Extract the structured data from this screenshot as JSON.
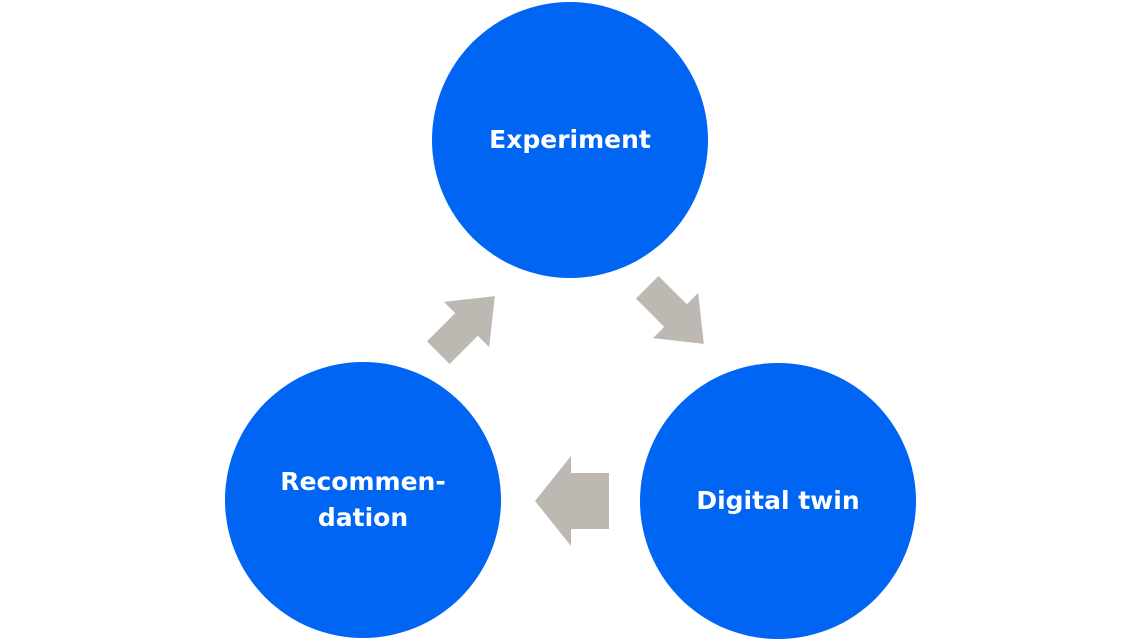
{
  "diagram": {
    "nodes": [
      {
        "id": "experiment",
        "label": "Experiment"
      },
      {
        "id": "digital_twin",
        "label": "Digital twin"
      },
      {
        "id": "recommendation",
        "label": "Recommen-\ndation"
      }
    ],
    "edges": [
      {
        "from": "experiment",
        "to": "digital_twin"
      },
      {
        "from": "digital_twin",
        "to": "recommendation"
      },
      {
        "from": "recommendation",
        "to": "experiment"
      }
    ],
    "colors": {
      "node_fill": "#0165f4",
      "node_text": "#ffffff",
      "arrow_fill": "#bdb8b1",
      "background": "#ffffff"
    }
  }
}
